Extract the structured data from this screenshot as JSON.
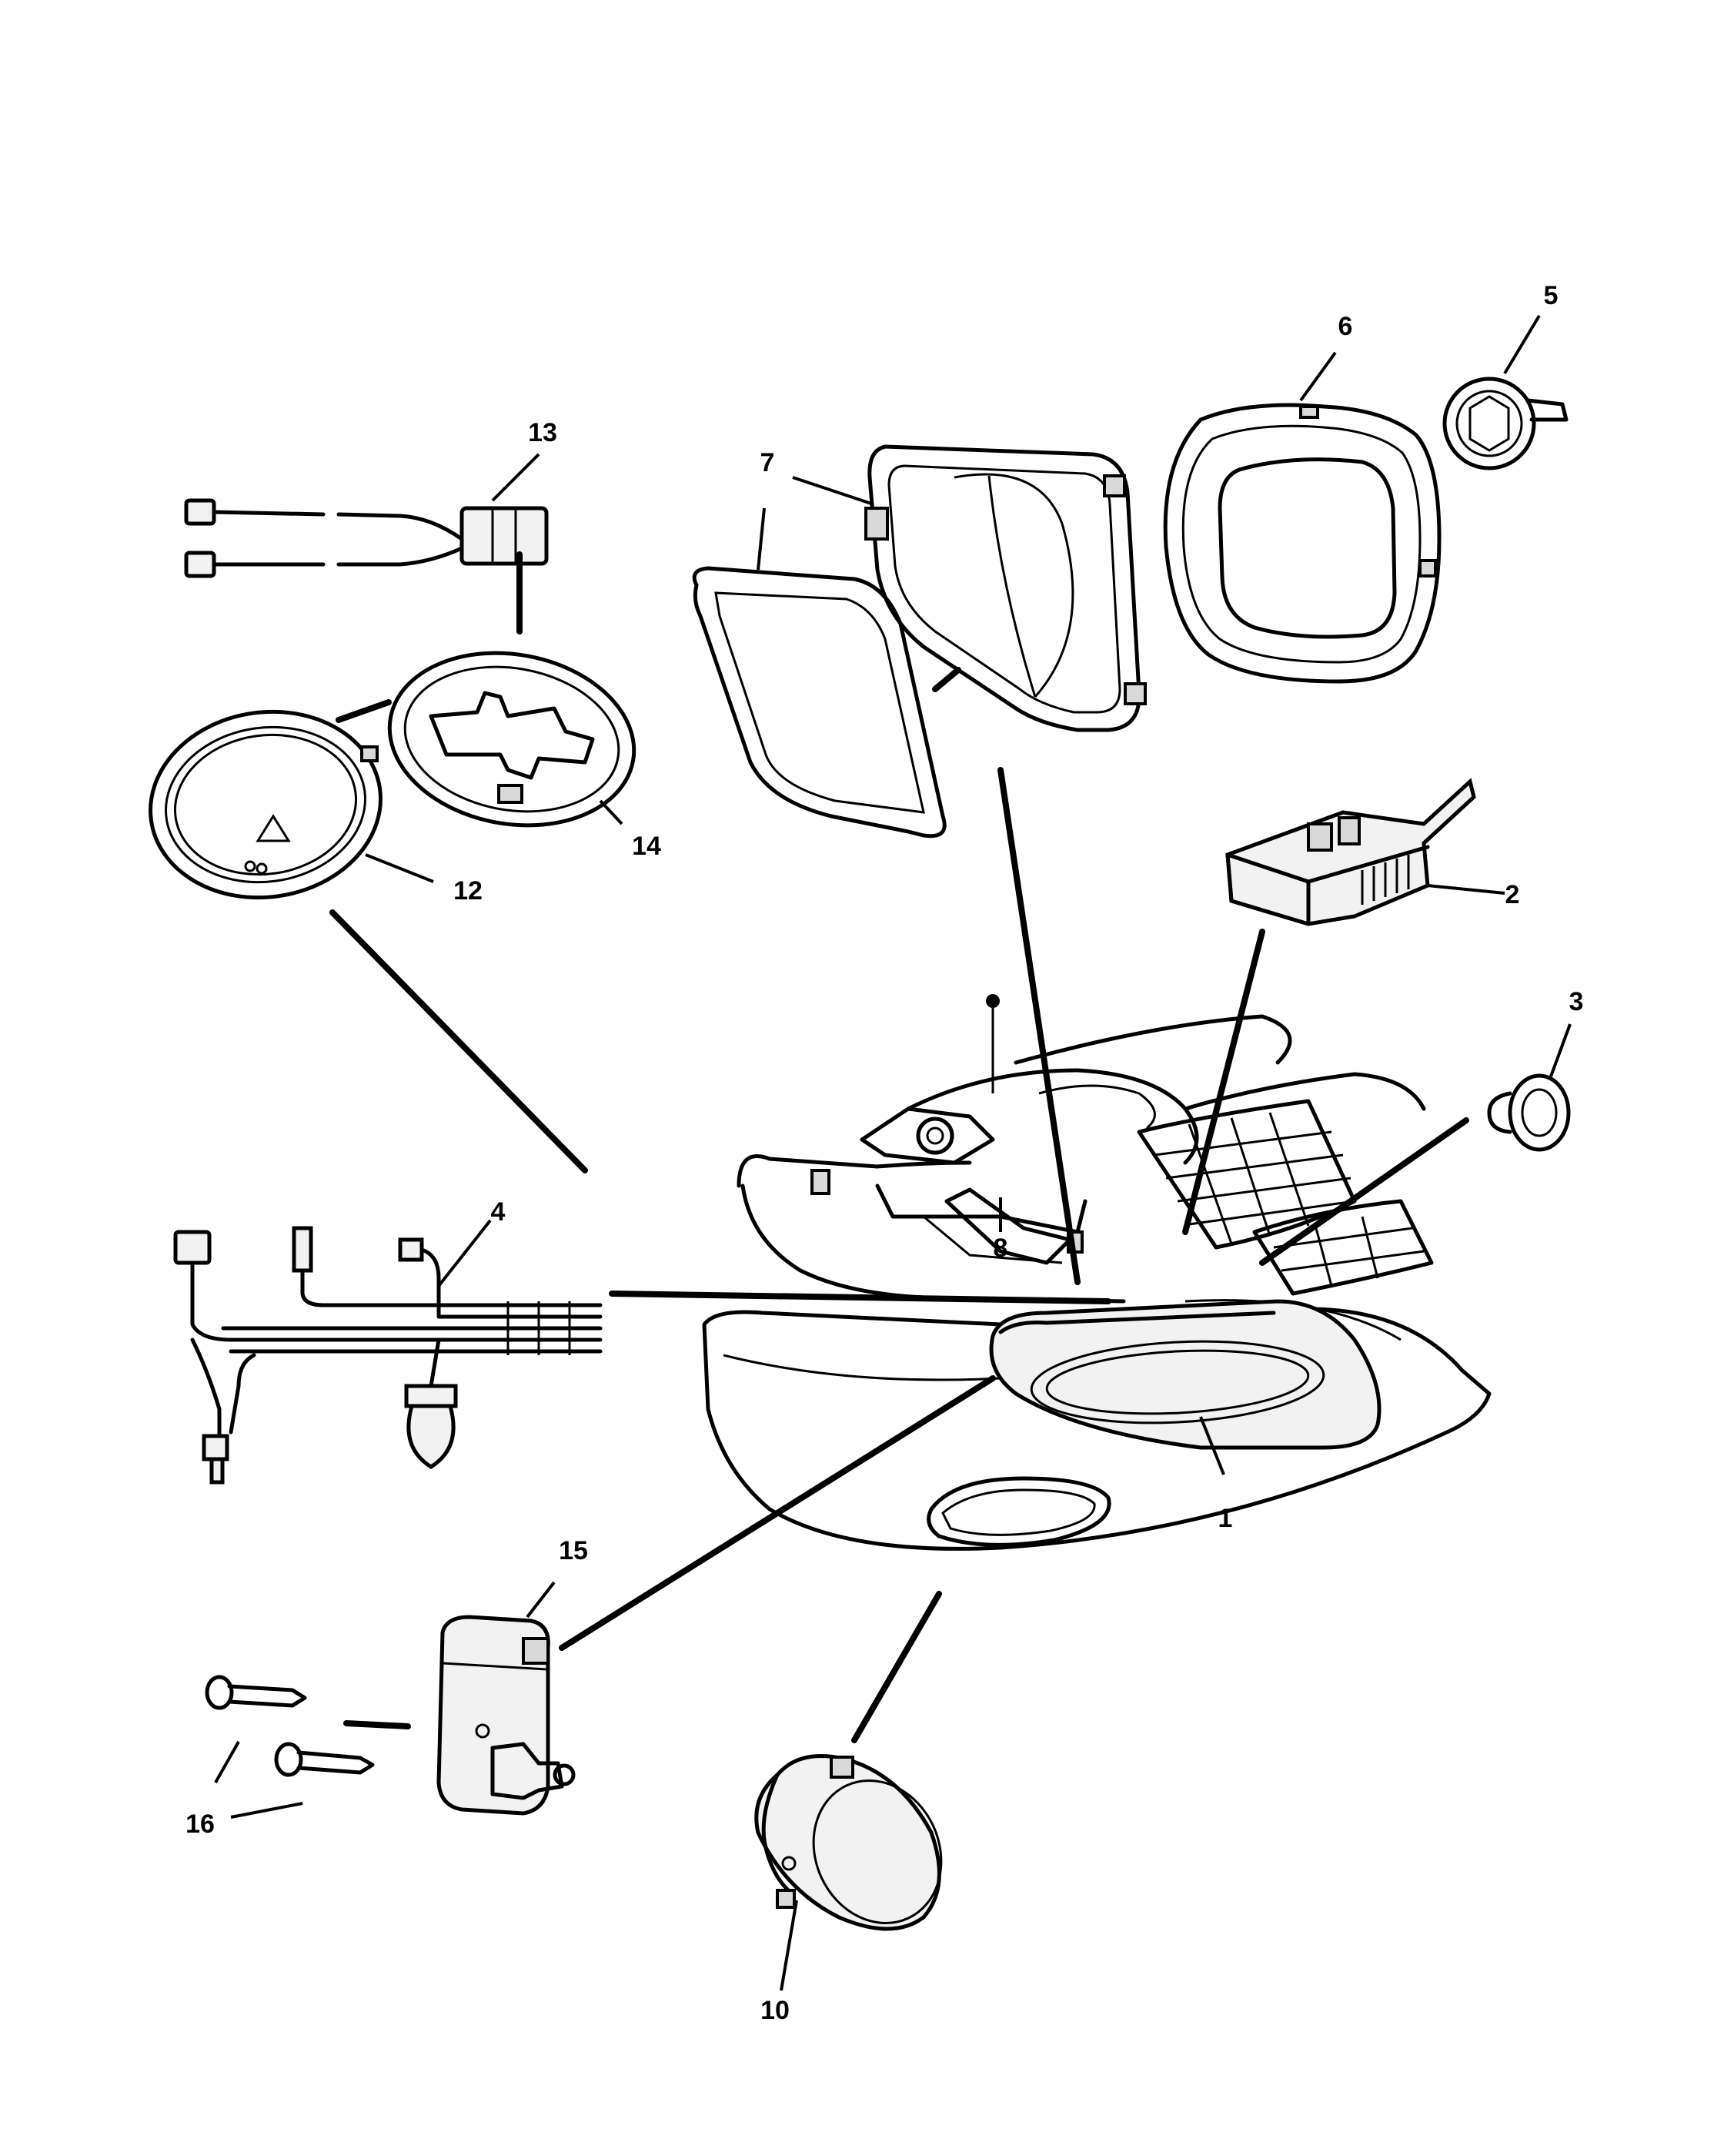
{
  "callouts": {
    "c1": "1",
    "c2": "2",
    "c3": "3",
    "c4": "4",
    "c5": "5",
    "c6": "6",
    "c7": "7",
    "c8": "8",
    "c10": "10",
    "c12": "12",
    "c13": "13",
    "c14": "14",
    "c15": "15",
    "c16": "16"
  }
}
